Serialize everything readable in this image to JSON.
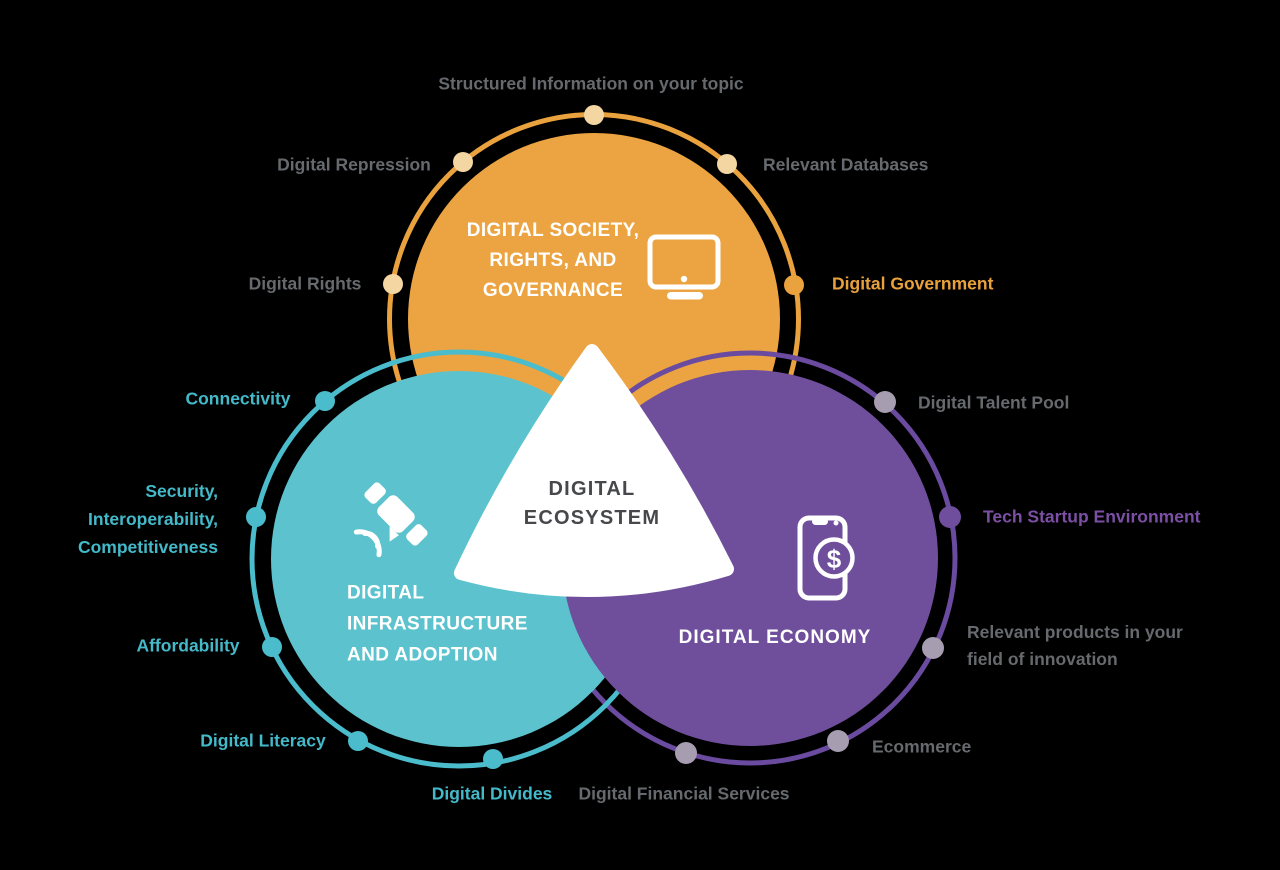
{
  "colors": {
    "background": "#000000",
    "white": "#FFFFFF",
    "gray_label": "#66696D",
    "center_text": "#47484B",
    "orange_fill": "#EBA441",
    "orange_ring": "#E9A23D",
    "cream_dot": "#F4D6A3",
    "orange_label": "#E9A13B",
    "teal_fill": "#5CC3CE",
    "teal_ring": "#4BBCCB",
    "teal_label": "#43B9C9",
    "purple_fill": "#6F4F9C",
    "purple_ring": "#6A4BA0",
    "purple_label": "#7B4FA4",
    "lilac_dot": "#A79DB0",
    "purple_dot": "#6F4E9E"
  },
  "center": {
    "title": "DIGITAL\nECOSYSTEM"
  },
  "circles": {
    "society": {
      "title": "DIGITAL SOCIETY,\nRIGHTS, AND\nGOVERNANCE"
    },
    "infrastructure": {
      "title": "DIGITAL\nINFRASTRUCTURE\nAND ADOPTION"
    },
    "economy": {
      "title": "DIGITAL ECONOMY",
      "coin_symbol": "$"
    }
  },
  "labels": {
    "structured_information": "Structured Information on your topic",
    "digital_repression": "Digital Repression",
    "relevant_databases": "Relevant Databases",
    "digital_rights": "Digital Rights",
    "digital_government": "Digital Government",
    "connectivity": "Connectivity",
    "security_interoperability_competitiveness": "Security,\nInteroperability,\nCompetitiveness",
    "affordability": "Affordability",
    "digital_literacy": "Digital Literacy",
    "digital_divides": "Digital Divides",
    "digital_financial_services": "Digital Financial Services",
    "ecommerce": "Ecommerce",
    "relevant_products": "Relevant products in your\nfield of innovation",
    "tech_startup_environment": "Tech Startup Environment",
    "digital_talent_pool": "Digital Talent Pool"
  }
}
